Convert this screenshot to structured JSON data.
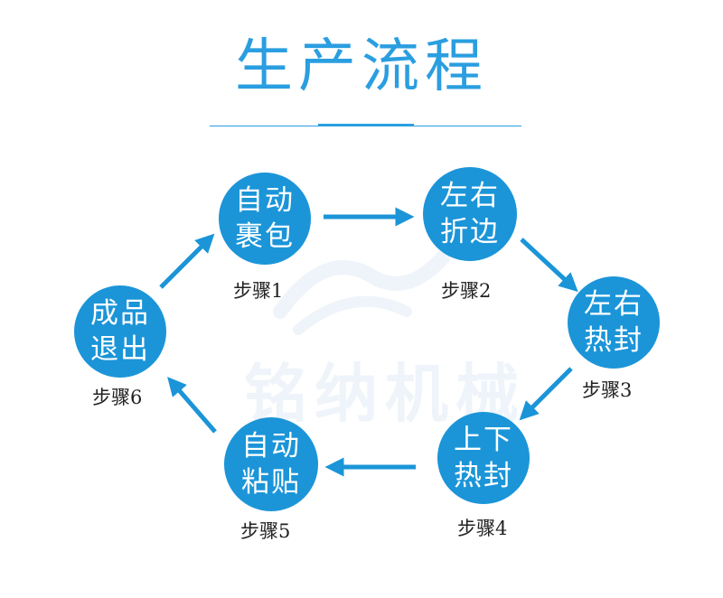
{
  "title": "生产流程",
  "watermark": "铭纳机械",
  "colors": {
    "primary": "#1b95d8",
    "title": "#2a9ee0",
    "arrow": "#1b95d8"
  },
  "steps": [
    {
      "line1": "自动",
      "line2": "裹包",
      "label": "步骤1"
    },
    {
      "line1": "左右",
      "line2": "折边",
      "label": "步骤2"
    },
    {
      "line1": "左右",
      "line2": "热封",
      "label": "步骤3"
    },
    {
      "line1": "上下",
      "line2": "热封",
      "label": "步骤4"
    },
    {
      "line1": "自动",
      "line2": "粘贴",
      "label": "步骤5"
    },
    {
      "line1": "成品",
      "line2": "退出",
      "label": "步骤6"
    }
  ]
}
